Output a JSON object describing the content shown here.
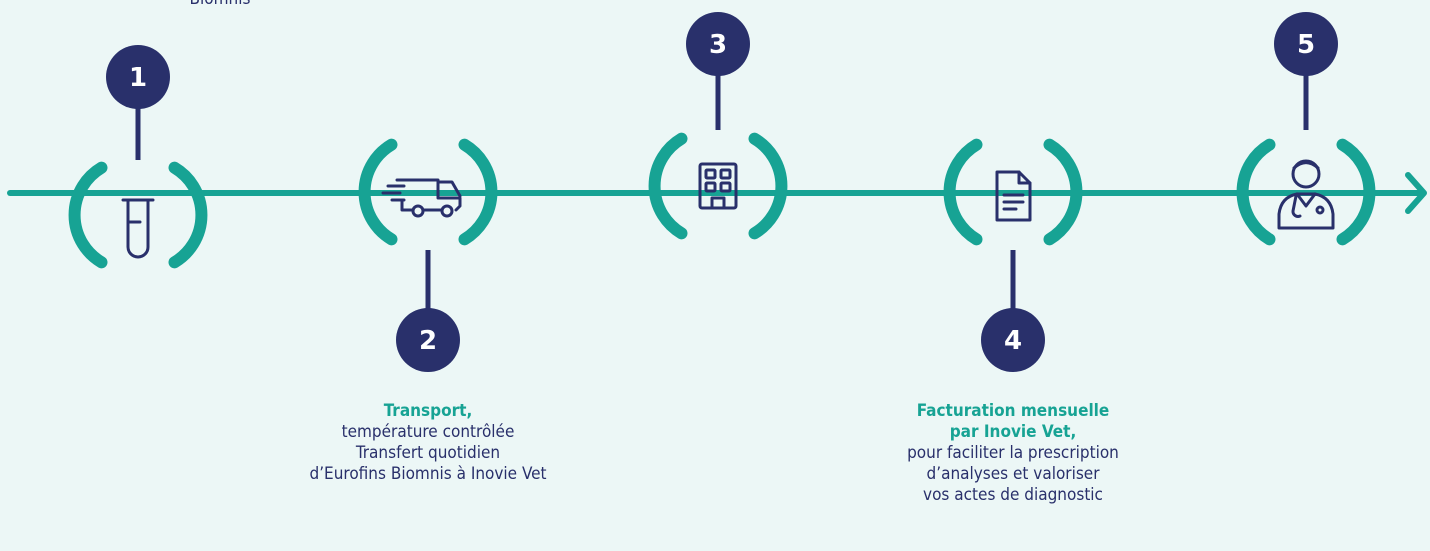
{
  "colors": {
    "background": "#ecf7f6",
    "teal": "#17a394",
    "navy": "#29306b",
    "white": "#ffffff"
  },
  "steps": [
    {
      "number": "1",
      "icon": "test-tube-icon",
      "badge_position": "top"
    },
    {
      "number": "2",
      "icon": "delivery-truck-icon",
      "badge_position": "bottom"
    },
    {
      "number": "3",
      "icon": "building-icon",
      "badge_position": "top"
    },
    {
      "number": "4",
      "icon": "invoice-document-icon",
      "badge_position": "bottom"
    },
    {
      "number": "5",
      "icon": "veterinarian-doctor-icon",
      "badge_position": "top"
    }
  ],
  "captions": {
    "step1_partial": "Biomnis",
    "step2": {
      "title": "Transport,",
      "lines": [
        "température contrôlée",
        "Transfert quotidien",
        "d’Eurofins Biomnis à Inovie Vet"
      ]
    },
    "step4": {
      "title_lines": [
        "Facturation mensuelle",
        "par Inovie Vet,"
      ],
      "lines": [
        "pour faciliter la prescription",
        "d’analyses et valoriser",
        "vos actes de diagnostic"
      ]
    }
  }
}
